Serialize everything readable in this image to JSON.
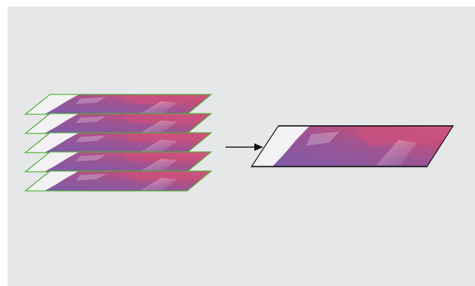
{
  "colors": {
    "background": "#e6e7e8",
    "stack_outline": "#4caf32",
    "merged_outline": "#111111",
    "arrow": "#111111",
    "tissue_purple": "#8a5aa6",
    "tissue_pink": "#c4527e",
    "tissue_light": "#ece6ee"
  },
  "diagram": {
    "stack": {
      "slice_count": 5,
      "outline_color": "stack-outline"
    },
    "arrow": {
      "direction": "right"
    },
    "merged": {
      "slice_count": 1,
      "outline_color": "merged-outline"
    }
  }
}
